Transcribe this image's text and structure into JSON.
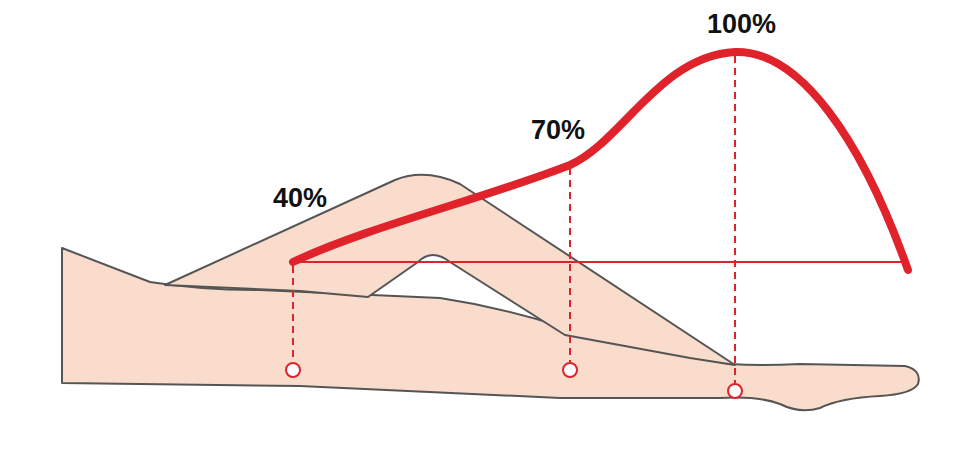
{
  "diagram": {
    "labels": [
      "40%",
      "70%",
      "100%"
    ]
  }
}
